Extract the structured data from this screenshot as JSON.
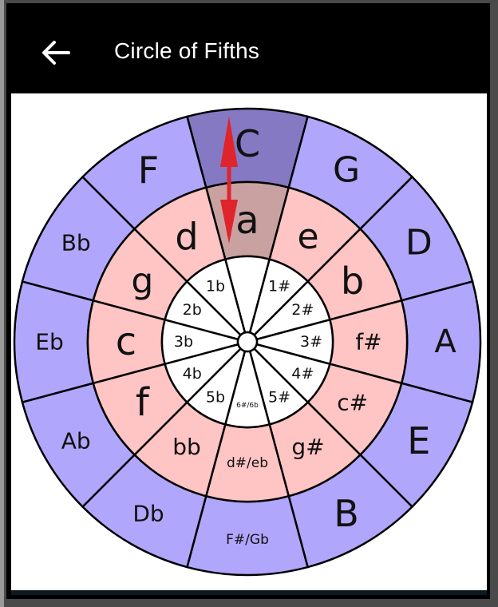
{
  "appbar": {
    "title": "Circle of Fifths",
    "back_icon": "arrow-left-icon"
  },
  "colors": {
    "major_ring": "#b0a6fb",
    "major_selected": "#8579c4",
    "minor_ring": "#ffc4c4",
    "minor_selected": "#c9a1a1",
    "signature_ring": "#ffffff",
    "arrow": "#e0242b",
    "stroke": "#000000"
  },
  "circle": {
    "selected_index": 0,
    "major_keys": [
      "C",
      "G",
      "D",
      "A",
      "E",
      "B",
      "F#/Gb",
      "Db",
      "Ab",
      "Eb",
      "Bb",
      "F"
    ],
    "minor_keys": [
      "a",
      "e",
      "b",
      "f#",
      "c#",
      "g#",
      "d#/eb",
      "bb",
      "f",
      "c",
      "g",
      "d"
    ],
    "key_signatures": [
      "",
      "1#",
      "2#",
      "3#",
      "4#",
      "5#",
      "6#/6b",
      "5b",
      "4b",
      "3b",
      "2b",
      "1b"
    ]
  },
  "indicator": {
    "icon": "double-arrow-icon"
  }
}
